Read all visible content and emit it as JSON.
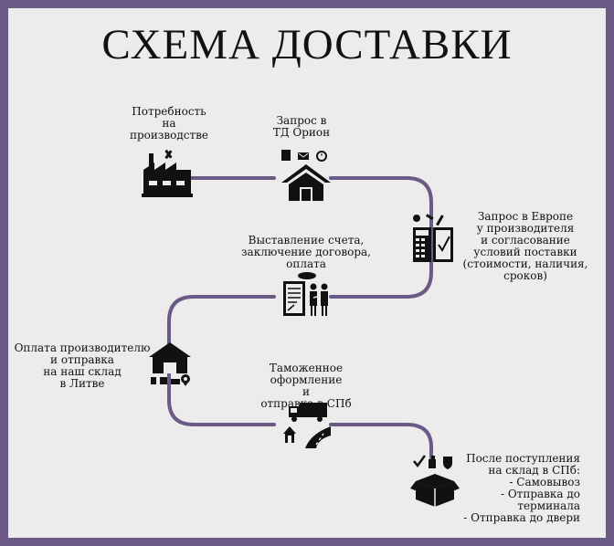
{
  "title": "СХЕМА ДОСТАВКИ",
  "colors": {
    "border": "#6b5a85",
    "path": "#6b5a85",
    "background": "#ececec",
    "icon": "#111111"
  },
  "steps": [
    {
      "label": "Потребность\nна\nпроизводстве",
      "icon": "factory-icon"
    },
    {
      "label": "Запрос в\nТД Орион",
      "icon": "house-request-icon"
    },
    {
      "label": "Запрос в Европе\nу производителя\nи согласование\nусловий поставки\n(стоимости, наличия,\nсроков)",
      "icon": "calculator-checklist-icon"
    },
    {
      "label": "Выставление счета,\nзаключение договора,\nоплата",
      "icon": "contract-payment-icon"
    },
    {
      "label": "Оплата производителю\nи отправка\nна наш склад\nв Литве",
      "icon": "warehouse-icon"
    },
    {
      "label": "Таможенное оформление\nи\nотправка в СПб",
      "icon": "truck-road-icon"
    },
    {
      "label": "После поступления\nна склад в СПб:\n- Самовывоз\n- Отправка до терминала\n- Отправка до двери",
      "icon": "open-box-icon"
    }
  ]
}
